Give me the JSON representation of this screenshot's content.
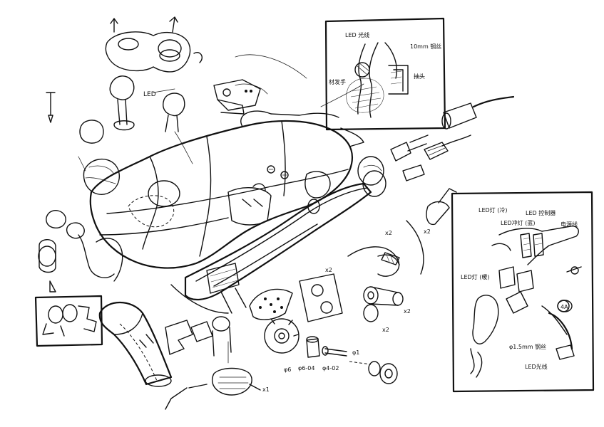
{
  "labels": {
    "led_top": "LED",
    "inset_top_led_wire": "LED 光线",
    "inset_top_steel": "10mm 钢丝",
    "inset_top_left": "材发手",
    "inset_top_right": "抽头",
    "x2_a": "x2",
    "x2_b": "x2",
    "x2_c": "x2",
    "x2_d": "x2",
    "x2_e": "x2",
    "x1": "x1",
    "phi6": "φ6",
    "phi6_04": "φ6-04",
    "phi4_02": "φ4-02",
    "phi1": "φ1",
    "inset_right_led_cold": "LED灯 (冷)",
    "inset_right_led_ctrl": "LED 控制器",
    "inset_right_led_blue": "LED冲灯 (蓝)",
    "inset_right_wire": "电源线",
    "inset_right_led_warm": "LED灯 (暖)",
    "inset_right_steel": "φ1.5mm 钢丝",
    "inset_right_led_light": "LED光线",
    "inset_right_4a": "4A"
  }
}
